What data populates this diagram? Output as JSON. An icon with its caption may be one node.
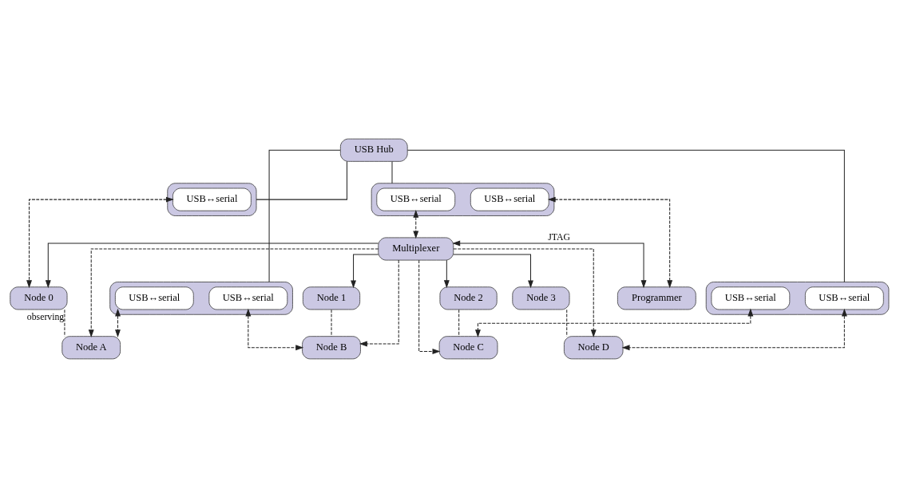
{
  "diagram": {
    "nodes": [
      {
        "text": [
          "USB Hub"
        ]
      },
      {
        "text": [],
        "shape": "box"
      },
      {
        "text": [
          "USB↔serial"
        ],
        "in": 1
      },
      {
        "text": [
          "USB↔serial"
        ],
        "in": 1
      },
      {
        "text": [],
        "shape": "box"
      },
      {
        "text": [
          "USB↔serial"
        ],
        "in": 4
      },
      {
        "text": [
          "USB↔serial"
        ],
        "in": 4
      },
      {
        "text": [],
        "shape": "box"
      },
      {
        "text": [
          "USB↔serial"
        ],
        "in": 7
      },
      {
        "text": [],
        "shape": "box"
      },
      {
        "text": [
          "USB↔serial"
        ],
        "in": 9
      },
      {
        "text": [
          "USB↔serial"
        ],
        "in": 9
      },
      {
        "text": [
          "Node 0"
        ]
      },
      {
        "text": [
          "Node A"
        ]
      },
      {
        "text": [
          "Node 1"
        ]
      },
      {
        "text": [
          "Node B"
        ]
      },
      {
        "text": [
          "Node 2"
        ]
      },
      {
        "text": [
          "Node C"
        ]
      },
      {
        "text": [
          "Node 3"
        ]
      },
      {
        "text": [
          "Node D"
        ]
      },
      {
        "text": [
          "Multiplexer"
        ]
      },
      {
        "text": [
          "Programmer"
        ]
      }
    ],
    "edges": [
      {
        "from": 0,
        "to": 1,
        "arrow": "none"
      },
      {
        "from": 0,
        "to": 4,
        "arrow": "none"
      },
      {
        "from": 0,
        "to": 7,
        "arrow": "none"
      },
      {
        "from": 0,
        "to": 9,
        "arrow": "none"
      },
      {
        "from": 2,
        "to": 19,
        "arrow": "both",
        "style": "dashed"
      },
      {
        "from": 3,
        "to": 17,
        "arrow": "both",
        "style": "dashed"
      },
      {
        "from": 5,
        "to": 15,
        "arrow": "both",
        "style": "dashed"
      },
      {
        "from": 6,
        "to": 13,
        "arrow": "both",
        "style": "dashed"
      },
      {
        "from": 8,
        "to": 12,
        "arrow": "both",
        "style": "dashed"
      },
      {
        "from": 10,
        "to": 20,
        "arrow": "both",
        "style": "dashed"
      },
      {
        "from": 11,
        "to": 21,
        "arrow": "both",
        "style": "dashed"
      },
      {
        "from": 12,
        "to": 13,
        "label": "observing",
        "arrow": "none",
        "style": "dashed"
      },
      {
        "from": 14,
        "to": 15,
        "arrow": "none",
        "style": "dashed"
      },
      {
        "from": 16,
        "to": 17,
        "arrow": "none",
        "style": "dashed"
      },
      {
        "from": 18,
        "to": 19,
        "arrow": "none",
        "style": "dashed"
      },
      {
        "from": 20,
        "to": 12,
        "arrow": "to"
      },
      {
        "from": 20,
        "to": 14,
        "arrow": "to"
      },
      {
        "from": 20,
        "to": 16,
        "arrow": "to"
      },
      {
        "from": 20,
        "to": 18,
        "arrow": "to"
      },
      {
        "from": 20,
        "to": 13,
        "arrow": "to",
        "style": "dashed"
      },
      {
        "from": 20,
        "to": 15,
        "arrow": "to",
        "style": "dashed"
      },
      {
        "from": 20,
        "to": 17,
        "arrow": "to",
        "style": "dashed"
      },
      {
        "from": 20,
        "to": 19,
        "arrow": "to",
        "style": "dashed"
      },
      {
        "from": 20,
        "to": 21,
        "label": "JTAG",
        "arrow": "both"
      }
    ]
  }
}
